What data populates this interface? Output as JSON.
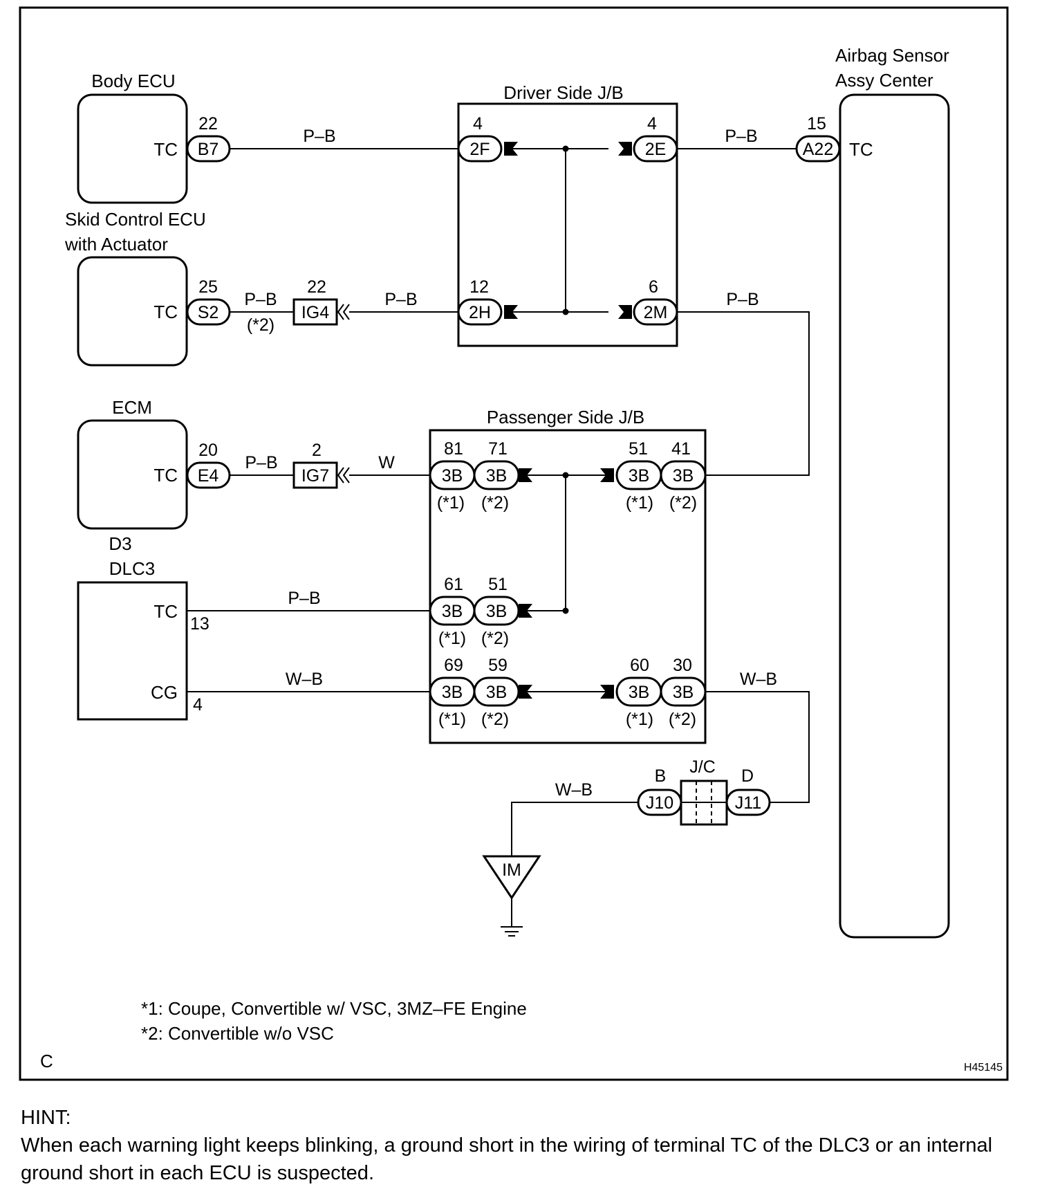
{
  "components": {
    "body_ecu": "Body ECU",
    "skid_line1": "Skid Control ECU",
    "skid_line2": "with Actuator",
    "ecm": "ECM",
    "dlc3_code": "D3",
    "dlc3": "DLC3",
    "airbag_line1": "Airbag Sensor",
    "airbag_line2": "Assy Center",
    "driver_jb": "Driver Side J/B",
    "passenger_jb": "Passenger Side J/B",
    "jc": "J/C",
    "ground": "IM"
  },
  "terminals": {
    "tc": "TC",
    "cg": "CG"
  },
  "pins": {
    "body": "22",
    "skid": "25",
    "ecm": "20",
    "dlc_tc": "13",
    "dlc_cg": "4",
    "airbag": "15",
    "ig4": "22",
    "ig7": "2",
    "j2f": "4",
    "j2e": "4",
    "j2h": "12",
    "j2m": "6",
    "p81": "81",
    "p71": "71",
    "p51a": "51",
    "p41": "41",
    "p61": "61",
    "p51b": "51",
    "p69": "69",
    "p59": "59",
    "p60": "60",
    "p30": "30"
  },
  "connectors": {
    "b7": "B7",
    "s2": "S2",
    "e4": "E4",
    "a22": "A22",
    "ig4": "IG4",
    "ig7": "IG7",
    "c2f": "2F",
    "c2e": "2E",
    "c2h": "2H",
    "c2m": "2M",
    "c3b": "3B",
    "j10": "J10",
    "j11": "J11",
    "jc_b": "B",
    "jc_d": "D"
  },
  "wires": {
    "pb": "P–B",
    "w": "W",
    "wb": "W–B"
  },
  "notes": {
    "star1": "(*1)",
    "star2": "(*2)",
    "footnote1": "*1: Coupe, Convertible w/ VSC, 3MZ–FE Engine",
    "footnote2": "*2: Convertible w/o VSC",
    "corner": "C",
    "figure_id": "H45145"
  },
  "hint": {
    "title": "HINT:",
    "text": "When each warning light keeps blinking, a ground short in the wiring of terminal TC of the DLC3 or an internal ground short in each ECU is suspected."
  }
}
